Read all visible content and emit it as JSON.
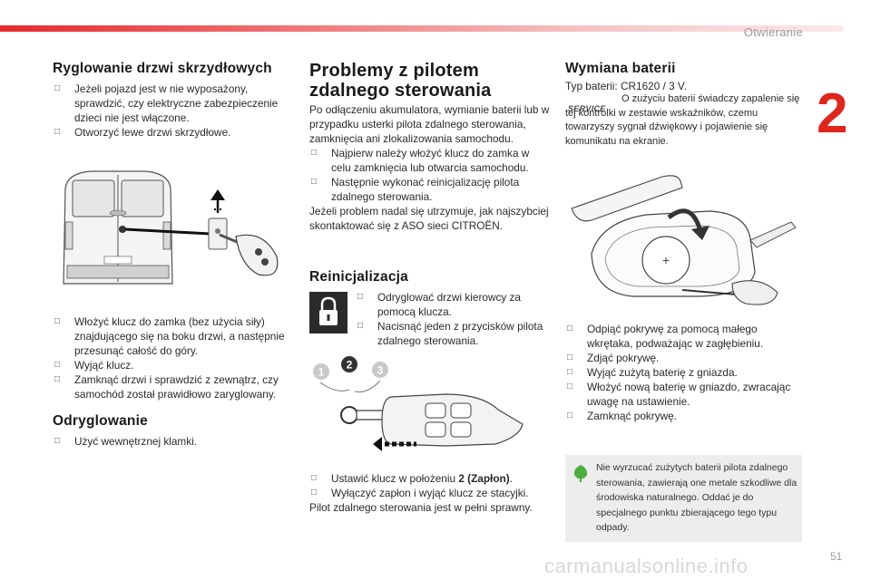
{
  "header": {
    "chapter_title": "Otwieranie",
    "chapter_number": "2"
  },
  "col1": {
    "locking_title": "Ryglowanie drzwi skrzydłowych",
    "locking_bullets": [
      "Jeżeli pojazd jest w nie wyposażony, sprawdzić, czy elektryczne zabezpieczenie dzieci nie jest włączone.",
      "Otworzyć lewe drzwi skrzydłowe."
    ],
    "locking_steps": [
      "Włożyć klucz do zamka (bez użycia siły) znajdującego się na boku drzwi, a następnie przesunąć całość do góry.",
      "Wyjąć klucz.",
      "Zamknąć drzwi i sprawdzić z zewnątrz, czy samochód został prawidłowo zaryglowany."
    ],
    "unlocking_title": "Odryglowanie",
    "unlocking_bullets": [
      "Użyć wewnętrznej klamki."
    ]
  },
  "col2": {
    "remote_title_line1": "Problemy z pilotem",
    "remote_title_line2": "zdalnego sterowania",
    "remote_intro": "Po odłączeniu akumulatora, wymianie baterii lub w przypadku usterki pilota zdalnego sterowania, zamknięcia ani zlokalizowania samochodu.",
    "remote_bullets": [
      "Najpierw należy włożyć klucz do zamka w celu zamknięcia lub otwarcia samochodu.",
      "Następnie wykonać reinicjalizację pilota zdalnego sterowania."
    ],
    "remote_outro": "Jeżeli problem nadal się utrzymuje, jak najszybciej skontaktować się z ASO sieci CITROËN.",
    "reinit_title": "Reinicjalizacja",
    "reinit_bullets": [
      "Odryglować drzwi kierowcy za pomocą klucza.",
      "Nacisnąć jeden z przycisków pilota zdalnego sterowania."
    ],
    "reinit_steps_prefix": "Ustawić klucz w położeniu ",
    "reinit_steps_bold": "2 (Zapłon)",
    "reinit_steps_suffix": ".",
    "reinit_step2": "Wyłączyć zapłon i wyjąć klucz ze stacyjki.",
    "reinit_outro": "Pilot zdalnego sterowania jest w pełni sprawny.",
    "figure_labels": [
      "1",
      "2",
      "3"
    ]
  },
  "col3": {
    "battery_title": "Wymiana baterii",
    "battery_type": "Typ baterii: CR1620 / 3 V.",
    "service_label": "SERVICE",
    "battery_warning": "O zużyciu baterii świadczy zapalenie się tej kontrolki w zestawie wskaźników, czemu towarzyszy sygnał dźwiękowy i pojawienie się komunikatu na ekranie.",
    "battery_steps": [
      "Odpiąć pokrywę za pomocą małego wkrętaka, podważając w zagłębieniu.",
      "Zdjąć pokrywę.",
      "Wyjąć zużytą baterię z gniazda.",
      "Włożyć nową baterię w gniazdo, zwracając uwagę na ustawienie.",
      "Zamknąć pokrywę."
    ],
    "note": "Nie wyrzucać zużytych baterii pilota zdalnego sterowania, zawierają one metale szkodliwe dla środowiska naturalnego. Oddać je do specjalnego punktu zbierającego tego typu odpady.",
    "battery_plus": "+"
  },
  "footer": {
    "page_number": "51",
    "watermark": "carmanualsonline.info"
  },
  "colors": {
    "accent_red": "#e0251b",
    "note_bg": "#ededed",
    "leaf_green": "#4caf3e"
  }
}
